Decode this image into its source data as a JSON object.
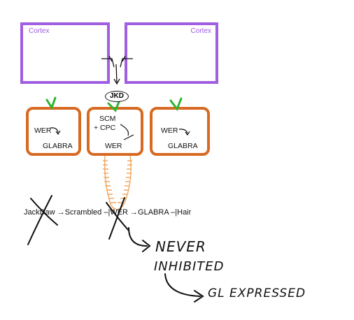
{
  "cortex_cells": [
    {
      "label": "Cortex"
    },
    {
      "label": "Cortex"
    }
  ],
  "epidermal_cells": [
    {
      "line1": "WER",
      "line2": "GLABRA"
    },
    {
      "line1": "SCM",
      "line2": "+ CPC",
      "line3": "WER"
    },
    {
      "line1": "WER",
      "line2": "GLABRA"
    }
  ],
  "signal_badge": "JKD",
  "pathway": {
    "jackdaw": "JackDaw",
    "arrow1": "→",
    "scrambled": "Scrambled",
    "inhibit_bar": "–|",
    "wer": "WER",
    "arrow2": "→",
    "glabra": "GLABRA",
    "inhibit": "–|",
    "hair": "Hair"
  },
  "annotations": {
    "line1": "NEVER",
    "line2": "INHIBITED",
    "line3": "GL EXPRESSED"
  },
  "colors": {
    "cortex_border": "#a05ee0",
    "cell_border": "#d76a22",
    "check_mark": "#2db52d",
    "squiggle": "#f0a860"
  }
}
